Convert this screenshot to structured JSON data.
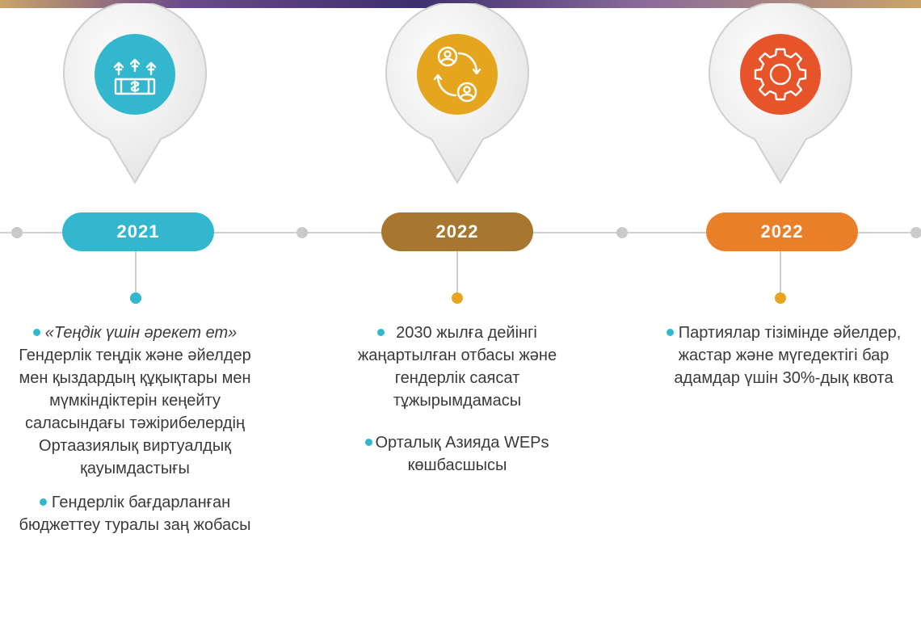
{
  "colors": {
    "blue": "#33b7ce",
    "brown": "#a7772f",
    "orange": "#ea7f2a",
    "icon_yellow": "#e6a51f",
    "icon_red": "#e8542a",
    "line": "#d0d0d0"
  },
  "milestones": [
    {
      "year": "2021",
      "icon": "money-arrows-up-icon",
      "items": [
        {
          "italic": "«Теңдік үшін әрекет ет»",
          "text": "Гендерлік теңдік және әйелдер мен қыздардың құқықтары мен мүмкіндіктерін кеңейту саласындағы тәжірибелердің Ортаазиялық виртуалдық қауымдастығы"
        },
        {
          "text": "Гендерлік бағдарланған бюджеттеу туралы заң жобасы"
        }
      ]
    },
    {
      "year": "2022",
      "icon": "people-exchange-icon",
      "items": [
        {
          "text": "2030 жылға дейінгі жаңартылған отбасы және гендерлік саясат тұжырымдамасы"
        },
        {
          "text": "Орталық Азияда WEPs көшбасшысы"
        }
      ]
    },
    {
      "year": "2022",
      "icon": "gear-icon",
      "items": [
        {
          "text": "Партиялар тізімінде әйелдер, жастар және мүгедектігі бар адамдар үшін 30%-дық квота"
        }
      ]
    }
  ]
}
